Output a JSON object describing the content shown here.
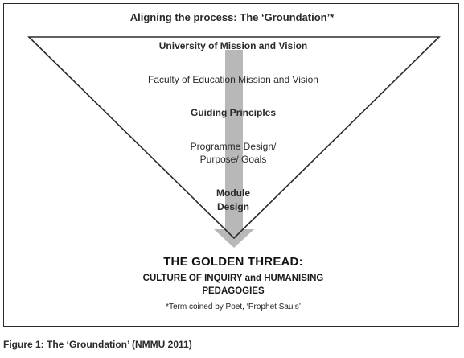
{
  "title": "Aligning the process: The ‘Groundation’*",
  "levels": [
    {
      "text": "University of Mission and Vision",
      "bold": true
    },
    {
      "text": "Faculty of Education Mission and Vision",
      "bold": false
    },
    {
      "text": "Guiding Principles",
      "bold": true
    },
    {
      "text": "Programme Design/",
      "bold": false
    },
    {
      "text": "Purpose/ Goals",
      "bold": false
    },
    {
      "text": "Module",
      "bold": true
    },
    {
      "text": "Design",
      "bold": true
    }
  ],
  "golden_thread": "THE GOLDEN THREAD:",
  "culture_line1": "CULTURE OF INQUIRY and HUMANISING",
  "culture_line2": "PEDAGOGIES",
  "footnote": "*Term coined by Poet, ‘Prophet Sauls’",
  "caption": "Figure 1: The ‘Groundation’ (NMMU 2011)",
  "colors": {
    "arrow": "#b8b8b8",
    "outline": "#2b2b2b"
  }
}
